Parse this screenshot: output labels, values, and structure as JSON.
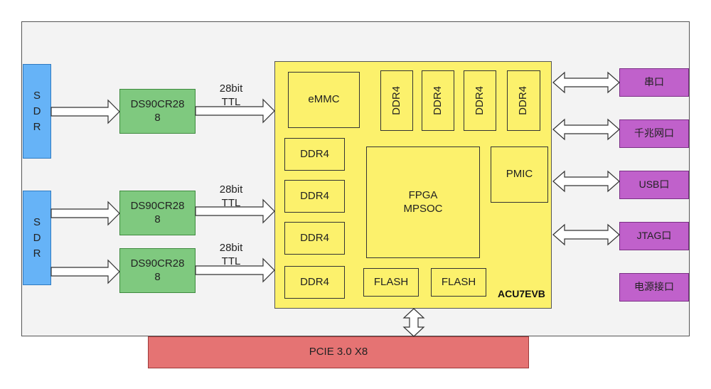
{
  "sdr": [
    {
      "label": "SDR"
    },
    {
      "label": "SDR"
    }
  ],
  "converters": [
    {
      "label": "DS90CR288",
      "link_top": "28bit",
      "link_bottom": "TTL"
    },
    {
      "label": "DS90CR288",
      "link_top": "28bit",
      "link_bottom": "TTL"
    },
    {
      "label": "DS90CR288",
      "link_top": "28bit",
      "link_bottom": "TTL"
    }
  ],
  "soc": {
    "name": "ACU7EVB",
    "emmc": "eMMC",
    "ddr4_top": [
      "DDR4",
      "DDR4",
      "DDR4",
      "DDR4"
    ],
    "ddr4_left": [
      "DDR4",
      "DDR4",
      "DDR4",
      "DDR4"
    ],
    "fpga_line1": "FPGA",
    "fpga_line2": "MPSOC",
    "pmic": "PMIC",
    "flash": [
      "FLASH",
      "FLASH"
    ]
  },
  "ports": [
    "串口",
    "千兆网口",
    "USB口",
    "JTAG口",
    "电源接口"
  ],
  "pcie": "PCIE 3.0 X8",
  "colors": {
    "sdr": "#66b3f7",
    "converter": "#7fc97f",
    "soc": "#fcf16c",
    "port": "#c061cb",
    "pcie": "#e57373"
  }
}
